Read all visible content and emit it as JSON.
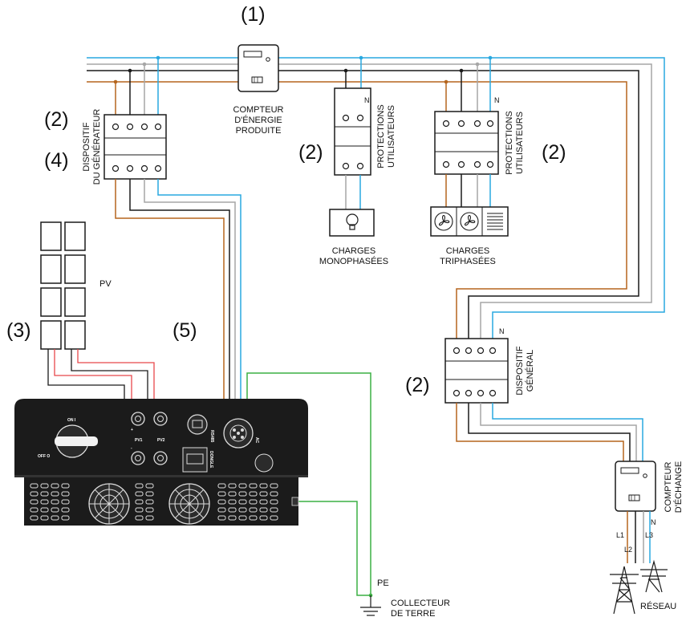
{
  "numbers": {
    "n1": "(1)",
    "n2_gen": "(2)",
    "n4": "(4)",
    "n2_mono": "(2)",
    "n2_tri": "(2)",
    "n3": "(3)",
    "n5": "(5)",
    "n2_general": "(2)"
  },
  "labels": {
    "meter_produced": [
      "COMPTEUR",
      "D'ÉNERGIE",
      "PRODUITE"
    ],
    "generator_device": [
      "DISPOSITIF",
      "DU GÉNÉRATEUR"
    ],
    "user_protection_mono": [
      "PROTECTIONS",
      "UTILISATEURS"
    ],
    "user_protection_tri": [
      "PROTECTIONS",
      "UTILISATEURS"
    ],
    "loads_mono": [
      "CHARGES",
      "MONOPHASÉES"
    ],
    "loads_tri": [
      "CHARGES",
      "TRIPHASÉES"
    ],
    "pv": "PV",
    "general_device": [
      "DISPOSITIF",
      "GÉNÉRAL"
    ],
    "exchange_meter": [
      "COMPTEUR",
      "D'ÉCHANGE"
    ],
    "grid": "RÉSEAU",
    "pe": "PE",
    "earth_collector": [
      "COLLECTEUR",
      "DE TERRE"
    ],
    "neutral": "N",
    "l1": "L1",
    "l2": "L2",
    "l3": "L3"
  },
  "inverter": {
    "switch_on": "ON I",
    "switch_off": "OFF O",
    "pv1": "PV1",
    "pv2": "PV2",
    "plus": "+",
    "minus": "-",
    "ac": "AC",
    "dongle": "DONGLE",
    "rs485": "RS485"
  },
  "colors": {
    "brown": "#b5651d",
    "black": "#1a1a1a",
    "grey": "#a6a6a6",
    "blue": "#29a8e0",
    "green": "#3cb043",
    "red": "#e8474b",
    "housing": "#1b1b1b"
  }
}
